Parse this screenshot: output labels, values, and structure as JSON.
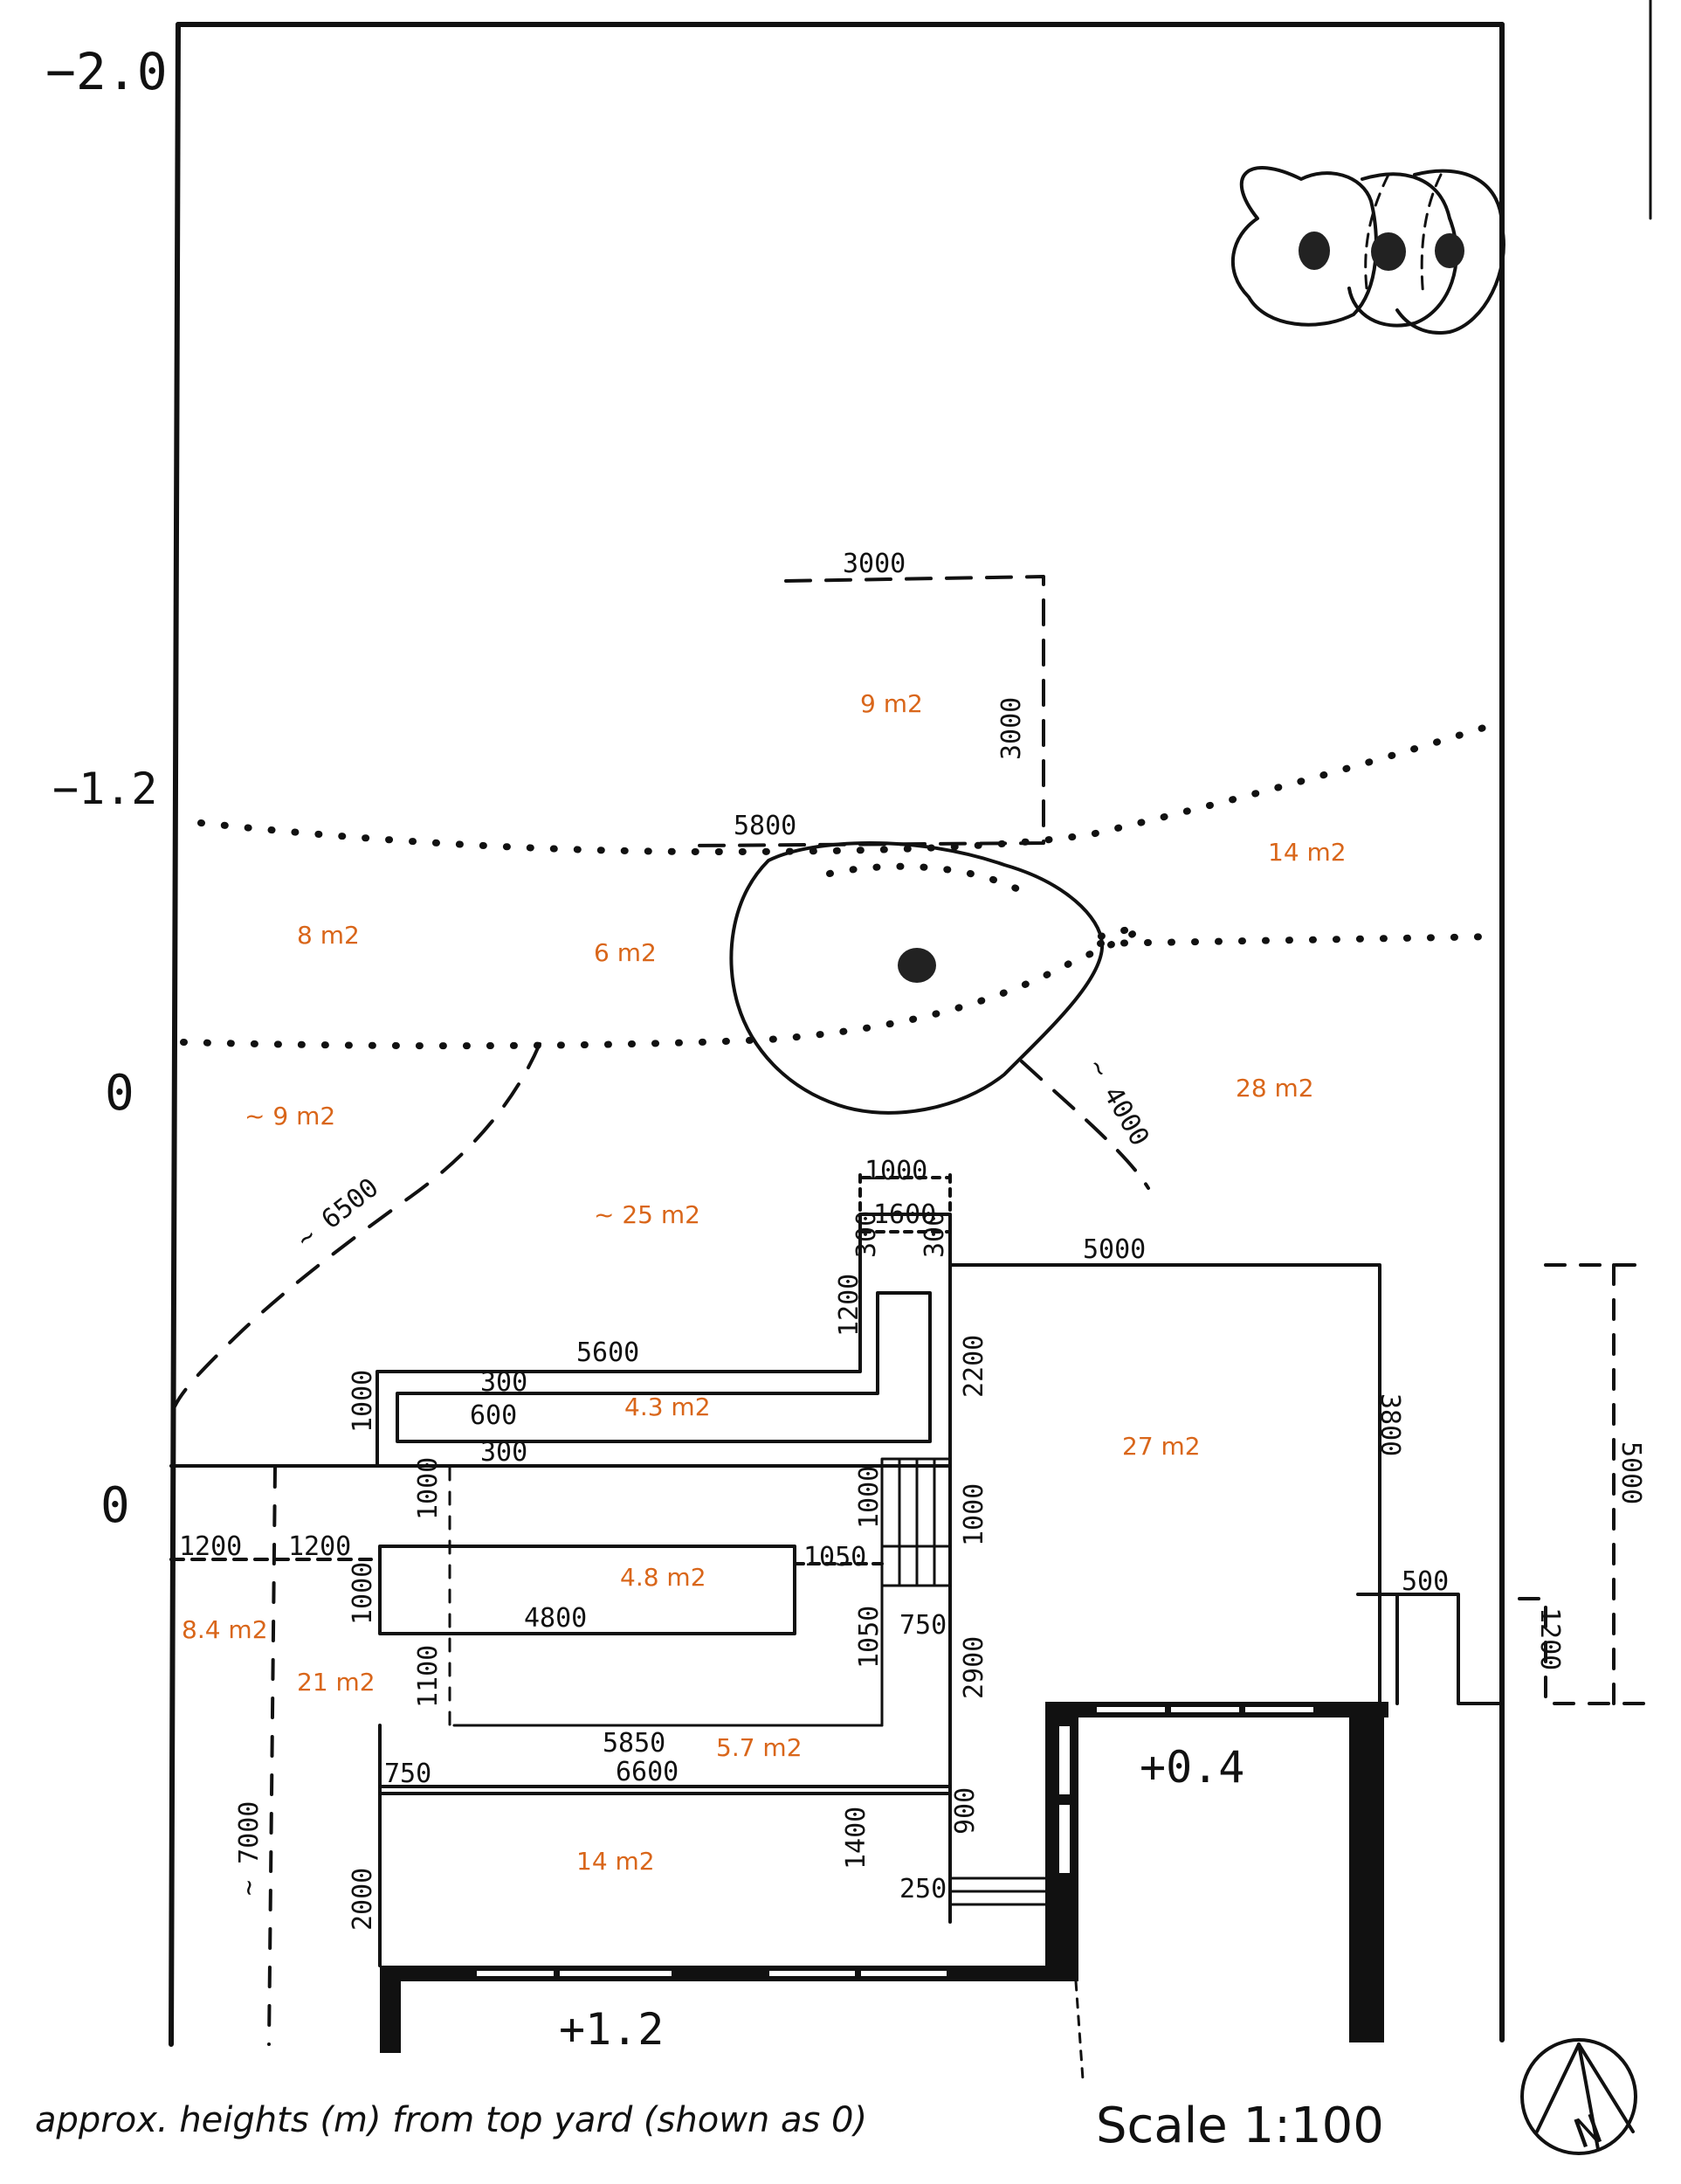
{
  "levels": {
    "top": "−2.0",
    "upper": "−1.2",
    "yard_mid": "0",
    "yard_low": "0",
    "bottom_house": "+1.2",
    "right_house": "+0.4"
  },
  "areas": {
    "upper_square": "9 m2",
    "upper_right": "14 m2",
    "left_band": "8 m2",
    "mid_band": "6 m2",
    "right_large": "28 m2",
    "left_small": "~ 9 m2",
    "center_lawn": "~ 25 m2",
    "planter_top": "4.3 m2",
    "house_right": "27 m2",
    "planter_mid": "4.8 m2",
    "left_strip": "8.4 m2",
    "left_garden": "21 m2",
    "planter_low": "5.7 m2",
    "house_bottom": "14 m2"
  },
  "dims": {
    "d3000_top": "3000",
    "d3000_side": "3000",
    "d5800": "5800",
    "d4000": "~ 4000",
    "d6500": "~ 6500",
    "d1000_top": "1000",
    "d1600": "1600",
    "d300_a": "300",
    "d300_b": "300",
    "d5000_top": "5000",
    "d5600": "5600",
    "d1200_v": "1200",
    "d2200": "2200",
    "d300_c": "300",
    "d600": "600",
    "d300_d": "300",
    "d1000_l": "1000",
    "d3800": "3800",
    "d5000_side": "5000",
    "d1000_mid": "1000",
    "d1000_steps": "1000",
    "d1000_r": "1000",
    "d1200_a": "1200",
    "d1200_b": "1200",
    "d1000_p": "1000",
    "d4800": "4800",
    "d1050_a": "1050",
    "d1050_b": "1050",
    "d750_a": "750",
    "d500": "500",
    "d1200_r": "1200",
    "d1100": "1100",
    "d2900": "2900",
    "d5850": "5850",
    "d6600": "6600",
    "d750_b": "750",
    "d7000": "~ 7000",
    "d900": "900",
    "d1400": "1400",
    "d2000": "2000",
    "d250": "250"
  },
  "caption": "approx. heights (m) from top yard (shown as 0)",
  "scale": "Scale  1:100",
  "north": "N"
}
